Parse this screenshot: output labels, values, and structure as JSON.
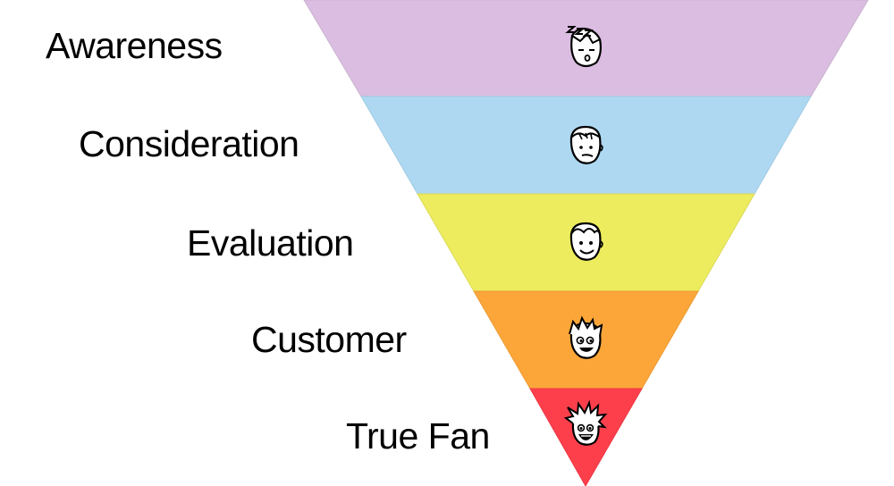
{
  "funnel": {
    "stages": [
      {
        "label": "Awareness",
        "color": "#dbbde1",
        "face": "sleeping-face-icon"
      },
      {
        "label": "Consideration",
        "color": "#aed8f1",
        "face": "doubtful-face-icon"
      },
      {
        "label": "Evaluation",
        "color": "#ecec5e",
        "face": "smiling-face-icon"
      },
      {
        "label": "Customer",
        "color": "#fca63a",
        "face": "happy-face-icon"
      },
      {
        "label": "True Fan",
        "color": "#fd3f4c",
        "face": "excited-face-icon"
      }
    ]
  }
}
